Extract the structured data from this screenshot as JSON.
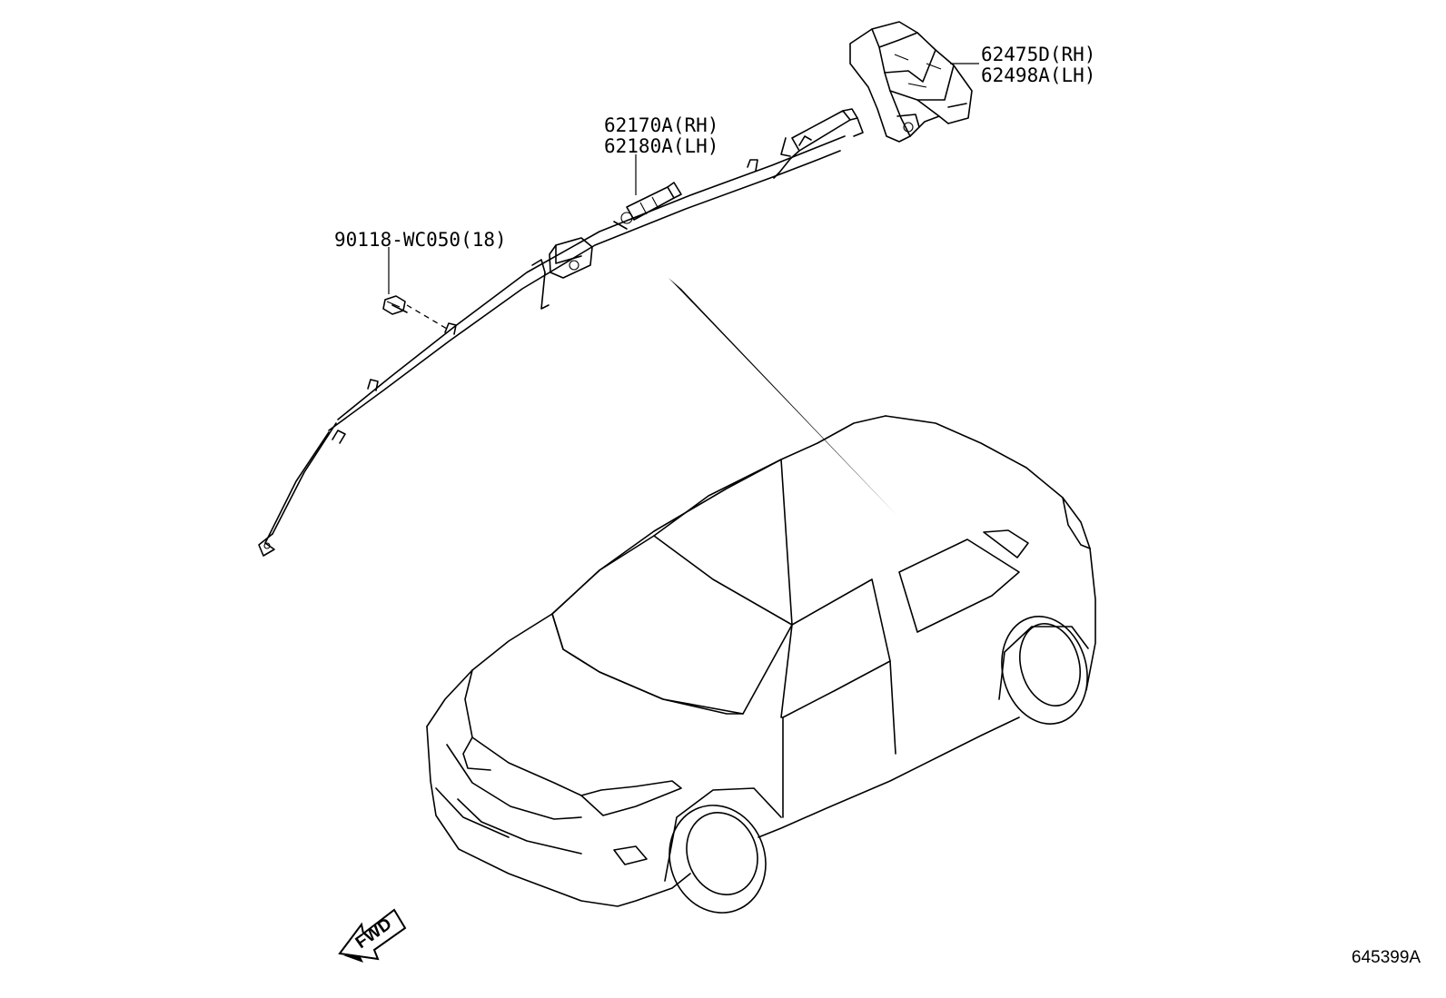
{
  "labels": {
    "bracket_rh": "62475D(RH)",
    "bracket_lh": "62498A(LH)",
    "airbag_rh": "62170A(RH)",
    "airbag_lh": "62180A(LH)",
    "bolt": "90118-WC050(18)",
    "fwd": "FWD",
    "figure_id": "645399A"
  }
}
